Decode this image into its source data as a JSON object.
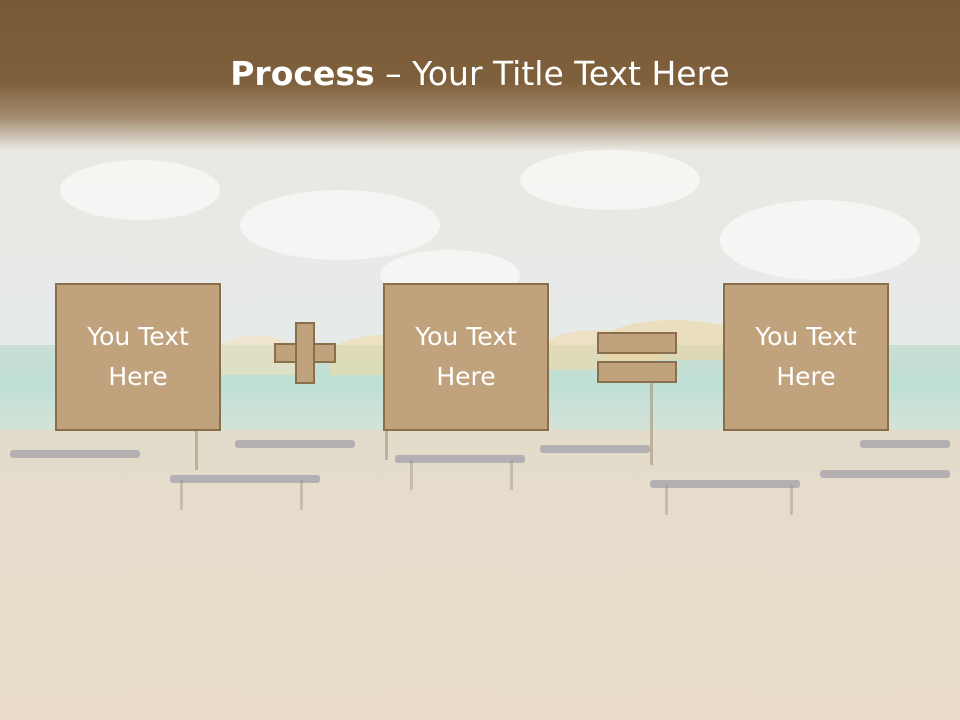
{
  "slide": {
    "title_bold": "Process",
    "title_rest": " – Your Title Text Here",
    "boxes": [
      {
        "text": "You Text\nHere"
      },
      {
        "text": "You Text\nHere"
      },
      {
        "text": "You Text\nHere"
      }
    ],
    "operators": [
      "plus-icon",
      "equals-icon"
    ]
  },
  "colors": {
    "header": "#7a5a36",
    "box_fill": "#c0a37d",
    "box_border": "#8a6f4d",
    "text": "#ffffff"
  }
}
